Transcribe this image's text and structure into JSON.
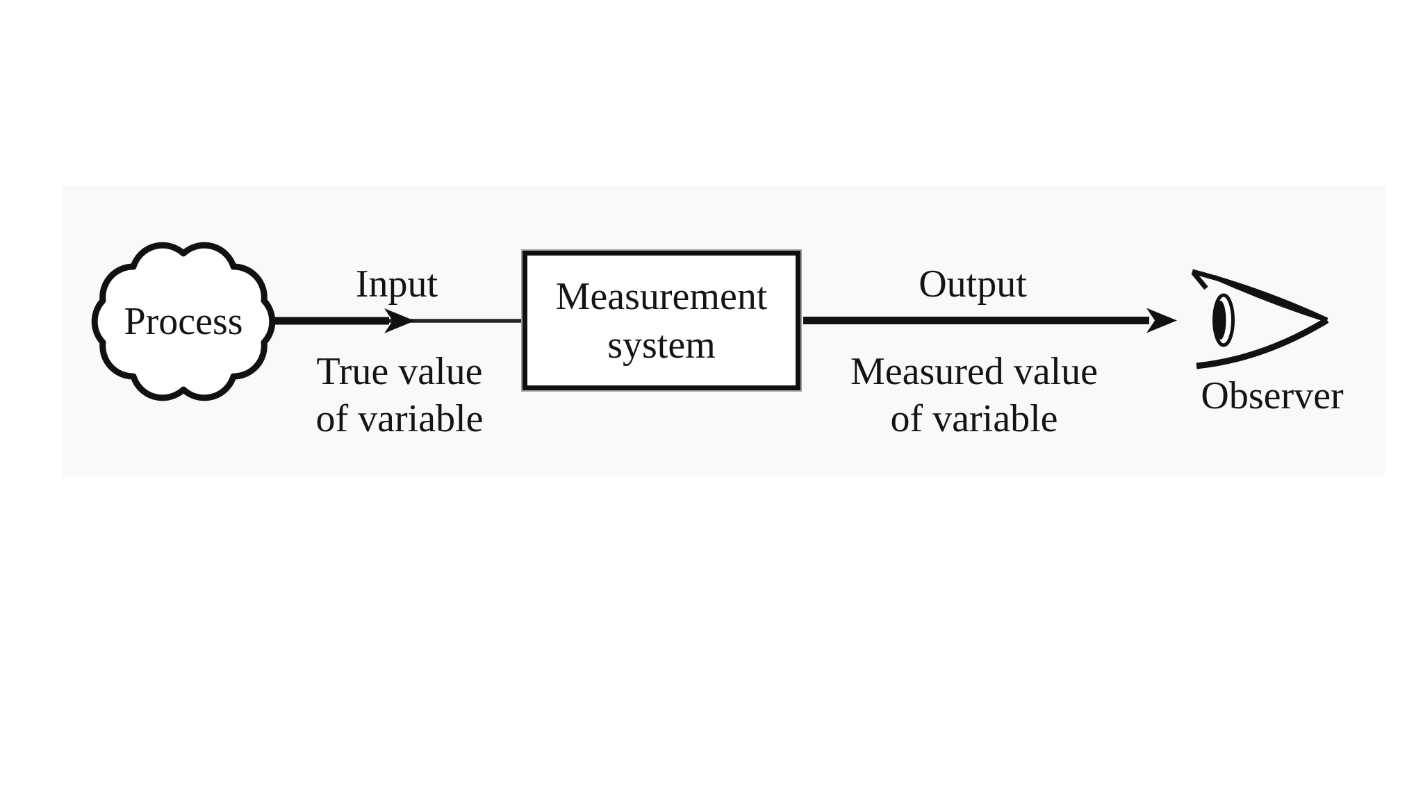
{
  "canvas": {
    "background_color": "#ffffff",
    "panel_color": "#f9f9f9",
    "ink_color": "#141414"
  },
  "diagram": {
    "process": {
      "label": "Process",
      "icon": "cloud-outline-icon"
    },
    "input_flow": {
      "label": "Input",
      "sublabel_lines": [
        "True value",
        "of variable"
      ]
    },
    "measurement_system": {
      "label_lines": [
        "Measurement",
        "system"
      ]
    },
    "output_flow": {
      "label": "Output",
      "sublabel_lines": [
        "Measured value",
        "of variable"
      ]
    },
    "observer": {
      "label": "Observer",
      "icon": "eye-icon"
    }
  }
}
